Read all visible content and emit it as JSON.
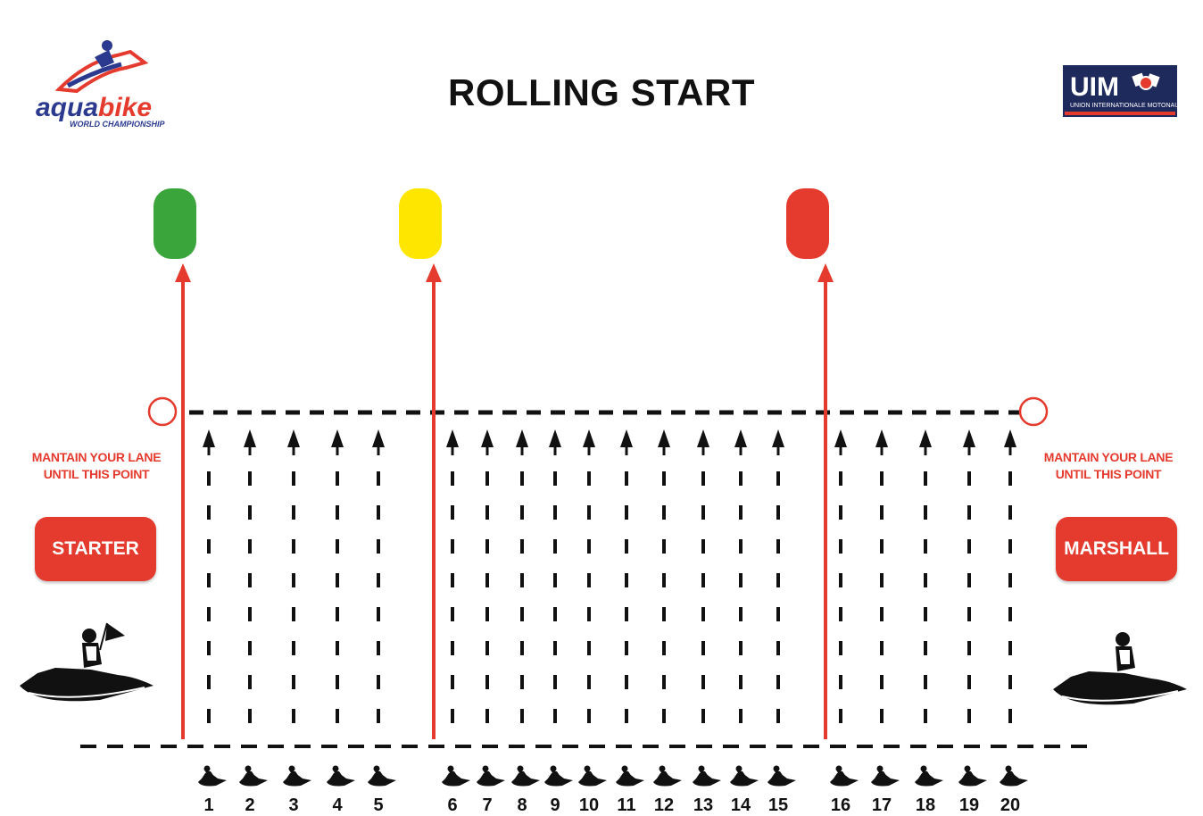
{
  "title": "ROLLING START",
  "logos": {
    "left": {
      "text_main": "aquabike",
      "text_sub": "WORLD CHAMPIONSHIP",
      "colors": [
        "#2b3a8f",
        "#e53a2e"
      ]
    },
    "right": {
      "text_main": "UIM",
      "text_sub": "UNION INTERNATIONALE MOTONAUTIQUE",
      "color": "#1f2a5c"
    }
  },
  "lights": [
    {
      "name": "green-light",
      "color": "#3aa53a"
    },
    {
      "name": "yellow-light",
      "color": "#ffe600"
    },
    {
      "name": "red-light",
      "color": "#e53a2e"
    }
  ],
  "notes": {
    "left": "MANTAIN YOUR LANE UNTIL THIS POINT",
    "right": "MANTAIN YOUR LANE UNTIL THIS POINT"
  },
  "buttons": {
    "starter": "STARTER",
    "marshall": "MARSHALL"
  },
  "lanes": [
    "1",
    "2",
    "3",
    "4",
    "5",
    "6",
    "7",
    "8",
    "9",
    "10",
    "11",
    "12",
    "13",
    "14",
    "15",
    "16",
    "17",
    "18",
    "19",
    "20"
  ],
  "colors": {
    "accent": "#e53a2e",
    "ink": "#111111"
  }
}
